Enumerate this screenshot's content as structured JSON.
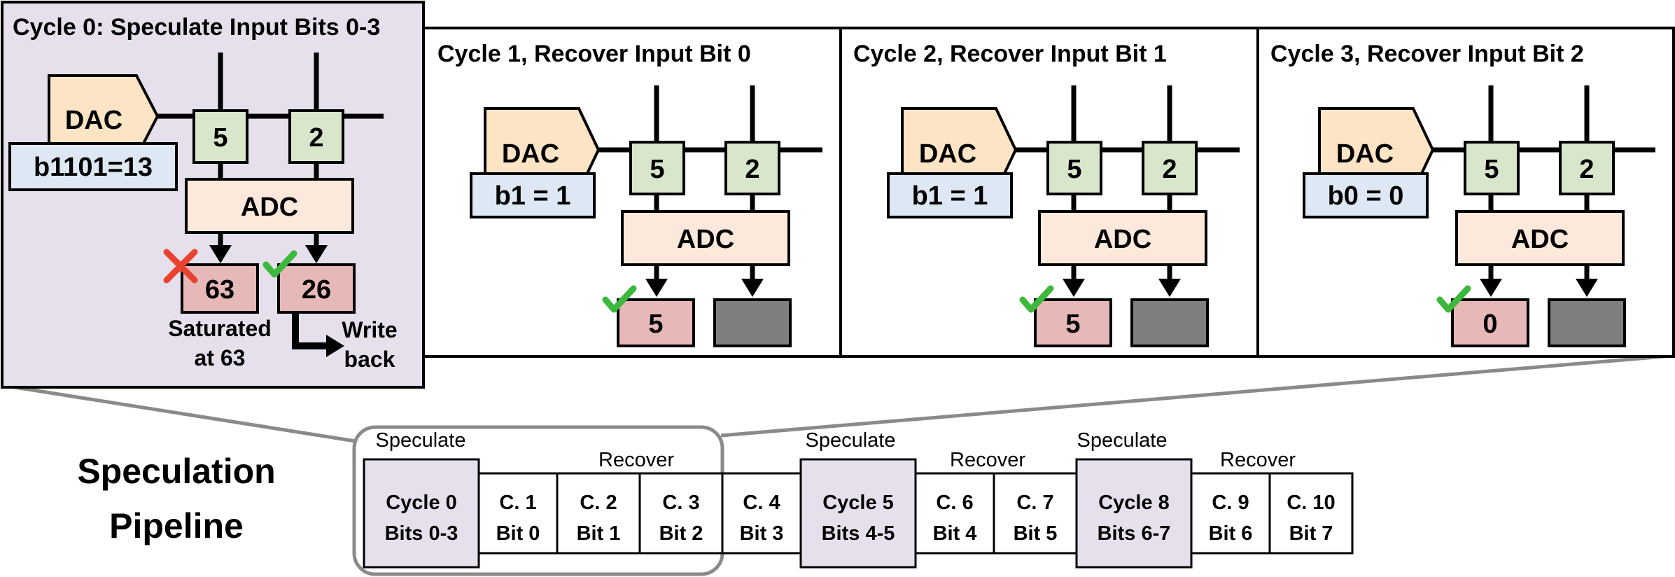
{
  "panels": {
    "cycle0": {
      "title": "Cycle 0: Speculate Input Bits 0-3",
      "dac_label": "DAC",
      "input_label": "b1101=13",
      "cells": [
        "5",
        "2"
      ],
      "adc_label": "ADC",
      "outputs": [
        {
          "value": "63",
          "status": "error"
        },
        {
          "value": "26",
          "status": "ok"
        }
      ],
      "note_lines": [
        "Saturated",
        "at 63"
      ],
      "writeback_lines": [
        "Write",
        "back"
      ]
    },
    "cycle1": {
      "title": "Cycle 1, Recover Input Bit 0",
      "dac_label": "DAC",
      "input_label": "b1 = 1",
      "cells": [
        "5",
        "2"
      ],
      "adc_label": "ADC",
      "output_value": "5"
    },
    "cycle2": {
      "title": "Cycle 2, Recover Input Bit 1",
      "dac_label": "DAC",
      "input_label": "b1 = 1",
      "cells": [
        "5",
        "2"
      ],
      "adc_label": "ADC",
      "output_value": "5"
    },
    "cycle3": {
      "title": "Cycle 3, Recover Input Bit 2",
      "dac_label": "DAC",
      "input_label": "b0 = 0",
      "cells": [
        "5",
        "2"
      ],
      "adc_label": "ADC",
      "output_value": "0"
    }
  },
  "pipeline": {
    "title_lines": [
      "Speculation",
      "Pipeline"
    ],
    "group_labels": {
      "speculate": "Speculate",
      "recover": "Recover"
    },
    "cells": [
      {
        "line1": "Cycle 0",
        "line2": "Bits 0-3",
        "kind": "speculate"
      },
      {
        "line1": "C. 1",
        "line2": "Bit 0",
        "kind": "recover"
      },
      {
        "line1": "C. 2",
        "line2": "Bit 1",
        "kind": "recover"
      },
      {
        "line1": "C. 3",
        "line2": "Bit 2",
        "kind": "recover"
      },
      {
        "line1": "C. 4",
        "line2": "Bit 3",
        "kind": "recover"
      },
      {
        "line1": "Cycle 5",
        "line2": "Bits 4-5",
        "kind": "speculate"
      },
      {
        "line1": "C. 6",
        "line2": "Bit 4",
        "kind": "recover"
      },
      {
        "line1": "C. 7",
        "line2": "Bit 5",
        "kind": "recover"
      },
      {
        "line1": "Cycle 8",
        "line2": "Bits 6-7",
        "kind": "speculate"
      },
      {
        "line1": "C. 9",
        "line2": "Bit 6",
        "kind": "recover"
      },
      {
        "line1": "C. 10",
        "line2": "Bit 7",
        "kind": "recover"
      }
    ]
  },
  "colors": {
    "dac_fill": "#fde4c4",
    "input_fill": "#dde8f4",
    "cell_fill": "#d8e7cb",
    "adc_fill": "#fde9db",
    "output_fill": "#e6b9b8",
    "gray_output": "#7f7f7f",
    "speculate_fill": "#e6e0ec",
    "check_green": "#3cb83c",
    "cross_red": "#e8432e",
    "connector_gray": "#8a8a8a"
  }
}
